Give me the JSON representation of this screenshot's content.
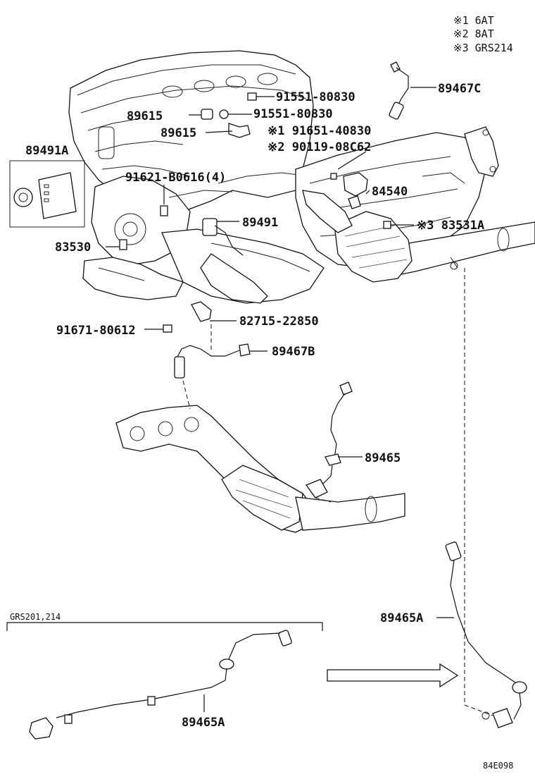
{
  "notes": [
    {
      "mark": "※1",
      "text": "6AT"
    },
    {
      "mark": "※2",
      "text": "8AT"
    },
    {
      "mark": "※3",
      "text": "GRS214"
    }
  ],
  "labels": {
    "p89467C": "89467C",
    "p91551a": "91551-80830",
    "p91551b": "91551-80830",
    "p89615a": "89615",
    "p89615b": "89615",
    "p91651": "※1 91651-40830",
    "p90119": "※2 90119-08C62",
    "p89491A": "89491A",
    "p91621": "91621-B0616(4)",
    "p84540": "84540",
    "p89491": "89491",
    "p83531A": "※3 83531A",
    "p83530": "83530",
    "p82715": "82715-22850",
    "p91671": "91671-80612",
    "p89467B": "89467B",
    "p89465": "89465",
    "p89465A_right": "89465A",
    "p89465A_bottom": "89465A"
  },
  "section_title": "GRS201,214",
  "diagram_code": "84E098"
}
